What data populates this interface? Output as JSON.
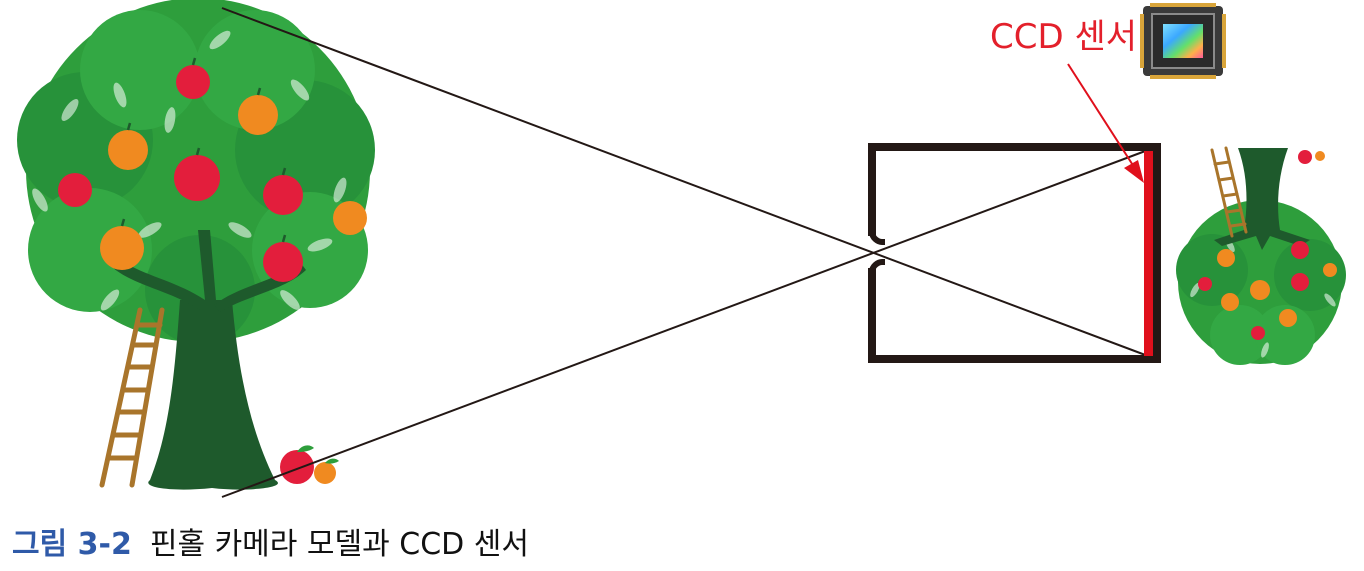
{
  "sensor_label": "CCD 센서",
  "caption": {
    "number": "그림 3-2",
    "title": "핀홀 카메라 모델과 CCD 센서"
  },
  "colors": {
    "leaf_green": "#2e9e3c",
    "trunk_green": "#1e5a2c",
    "apple_red": "#e31e3c",
    "apple_orange": "#f08a20",
    "ladder_brown": "#a9752b",
    "sensor_red": "#e0101c",
    "box_black": "#231815",
    "caption_blue": "#2f5aa8",
    "label_red": "#e3202b"
  },
  "icons": [
    "apple-tree",
    "inverted-apple-tree",
    "ccd-chip-icon",
    "ladder",
    "pinhole-camera-box",
    "ccd-sensor-plane"
  ]
}
